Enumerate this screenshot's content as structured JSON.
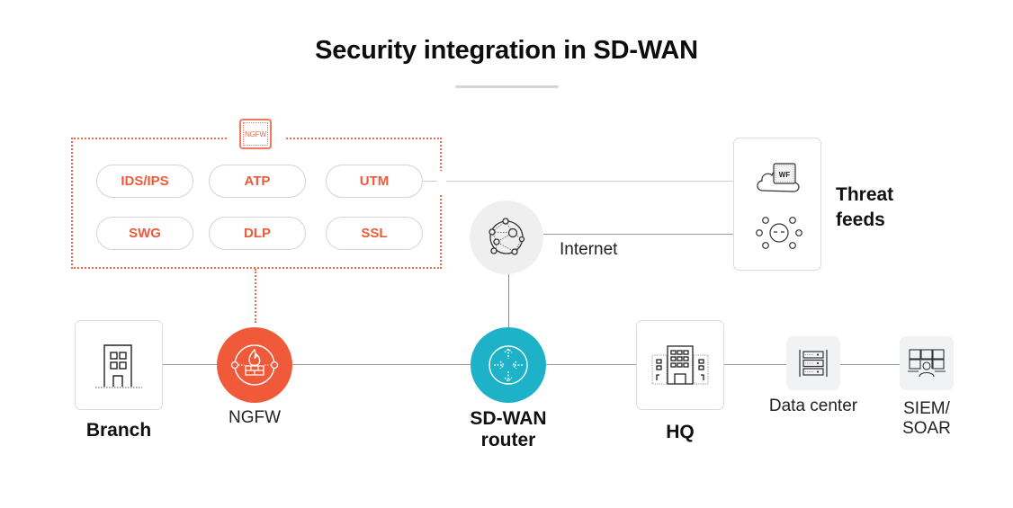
{
  "title": "Security integration in SD-WAN",
  "ngfw_group": {
    "badge": "NGFW",
    "services": [
      "IDS/IPS",
      "ATP",
      "UTM",
      "SWG",
      "DLP",
      "SSL"
    ]
  },
  "threat_feeds": {
    "label_line1": "Threat",
    "label_line2": "feeds",
    "cloud_badge": "WF",
    "icons": [
      "cloud-wf-icon",
      "threat-network-icon"
    ]
  },
  "internet": {
    "label": "Internet",
    "icon": "globe-network-icon"
  },
  "nodes": {
    "branch": {
      "label": "Branch",
      "icon": "building-icon"
    },
    "ngfw": {
      "label": "NGFW",
      "icon": "firewall-icon"
    },
    "sdwan": {
      "label_line1": "SD-WAN",
      "label_line2": "router",
      "icon": "router-icon"
    },
    "hq": {
      "label": "HQ",
      "icon": "office-building-icon"
    },
    "datacenter": {
      "label": "Data center",
      "icon": "server-rack-icon"
    },
    "siem": {
      "label_line1": "SIEM/",
      "label_line2": "SOAR",
      "icon": "monitor-wall-icon"
    }
  },
  "colors": {
    "ngfw_orange": "#f05a3a",
    "sdwan_teal": "#1eb2c8",
    "line_grey": "#9a9a9a"
  }
}
